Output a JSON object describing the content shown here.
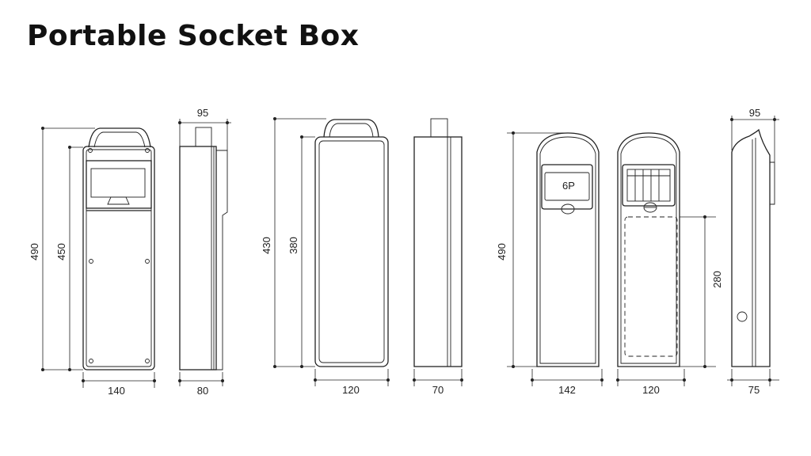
{
  "title": "Portable Socket Box",
  "views": {
    "a": {
      "height_outer": "490",
      "height_inner": "450",
      "width": "140"
    },
    "b": {
      "top_width": "95",
      "bottom_width": "80"
    },
    "c": {
      "height_outer": "430",
      "height_inner": "380",
      "width": "120"
    },
    "d": {
      "width": "70"
    },
    "e": {
      "height": "490",
      "width": "142",
      "socket_label": "6P"
    },
    "f": {
      "height": "280",
      "width": "120"
    },
    "g": {
      "top_width": "95",
      "bottom_width": "75"
    }
  }
}
